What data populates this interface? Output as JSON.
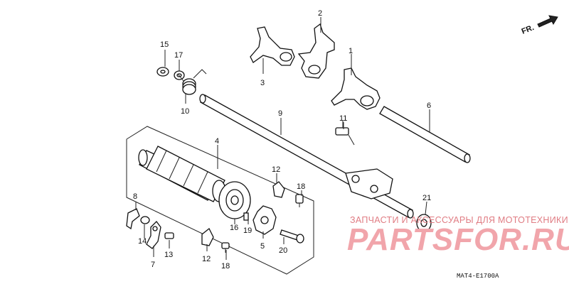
{
  "direction_label": "FR.",
  "watermark": {
    "tagline": "ЗАПЧАСТИ И АКСЕССУАРЫ ДЛЯ МОТОТЕХНИКИ",
    "logo": "PARTSFOR.RU"
  },
  "drawing_code": "MAT4-E1700A",
  "callouts": [
    "1",
    "2",
    "3",
    "4",
    "5",
    "6",
    "7",
    "8",
    "9",
    "10",
    "11",
    "12",
    "12",
    "13",
    "14",
    "15",
    "16",
    "17",
    "18",
    "18",
    "19",
    "20",
    "21"
  ],
  "colors": {
    "ink": "#111111",
    "watermark": "#f1a5ab"
  }
}
